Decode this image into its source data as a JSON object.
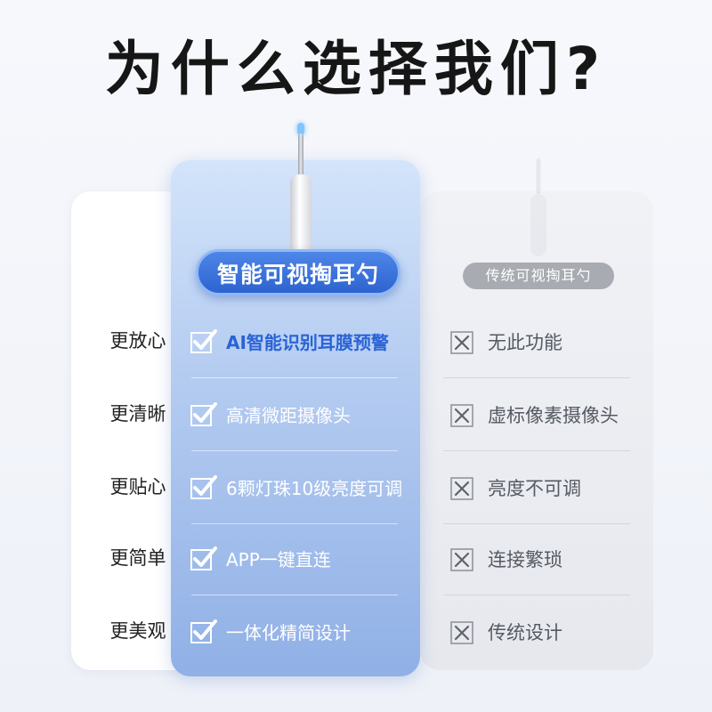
{
  "title": "为什么选择我们?",
  "ours": {
    "badge": "智能可视掏耳勺",
    "features": [
      "AI智能识别耳膜预警",
      "高清微距摄像头",
      "6颗灯珠10级亮度可调",
      "APP一键直连",
      "一体化精简设计"
    ]
  },
  "traditional": {
    "badge": "传统可视掏耳勺",
    "features": [
      "无此功能",
      "虚标像素摄像头",
      "亮度不可调",
      "连接繁琐",
      "传统设计"
    ]
  },
  "labels": [
    "更放心",
    "更清晰",
    "更贴心",
    "更简单",
    "更美观"
  ],
  "icons": {
    "check": "check-icon",
    "cross": "cross-icon",
    "device": "ear-pick-device-icon"
  },
  "colors": {
    "accent": "#2a63d6",
    "badge": "#3a70dc",
    "trad_badge": "#a8abb1"
  }
}
